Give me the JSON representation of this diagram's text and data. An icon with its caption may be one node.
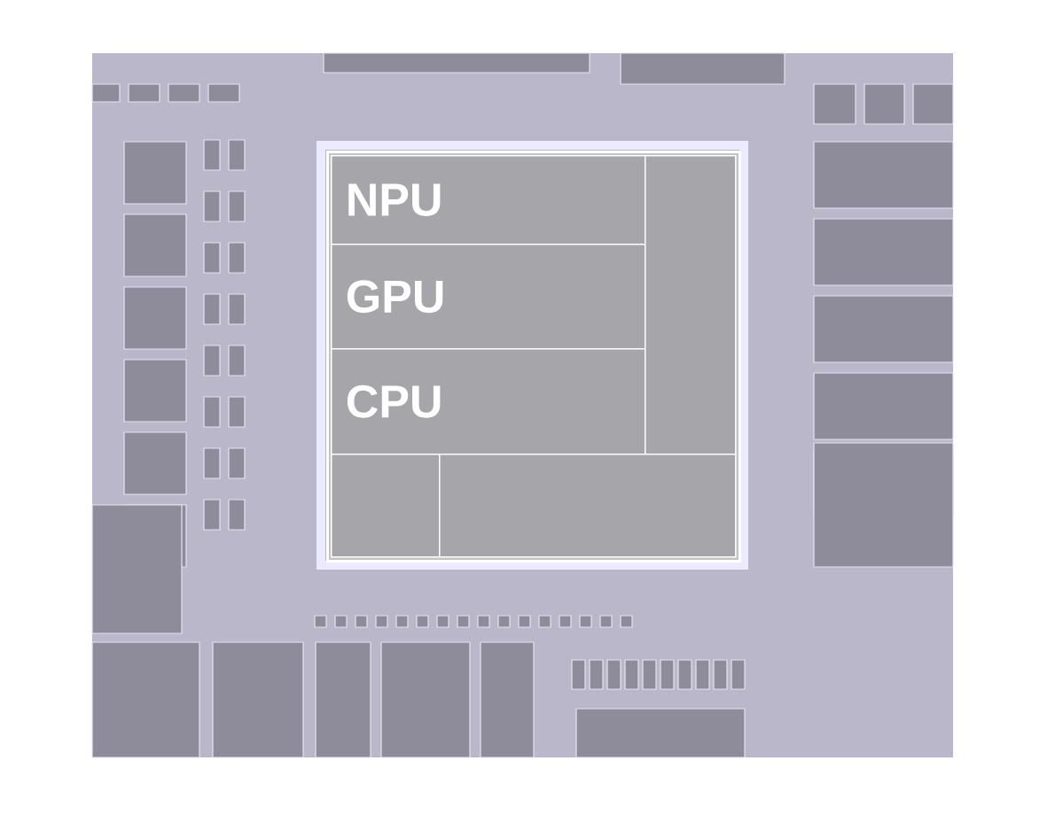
{
  "diagram": {
    "nodes": [
      {
        "text": [],
        "shape": "box"
      },
      {
        "text": [
          "NPU"
        ],
        "in": 0
      },
      {
        "text": [
          "GPU"
        ],
        "in": 0
      },
      {
        "text": [
          "CPU"
        ],
        "in": 0
      },
      {
        "text": [],
        "shape": "box",
        "in": 0
      },
      {
        "text": [],
        "shape": "box",
        "in": 0
      },
      {
        "text": [],
        "shape": "box",
        "in": 0
      }
    ]
  }
}
